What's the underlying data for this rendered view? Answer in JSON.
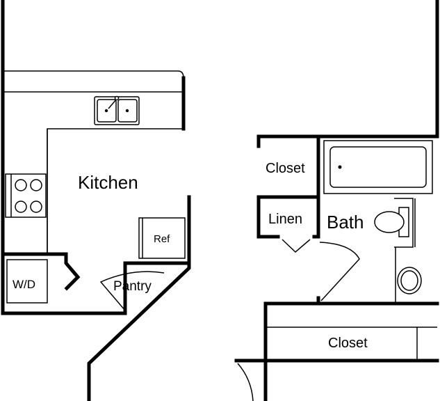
{
  "floorplan": {
    "rooms": {
      "kitchen": "Kitchen",
      "washer_dryer": "W/D",
      "pantry": "Pantry",
      "refrigerator": "Ref",
      "closet_upper": "Closet",
      "linen": "Linen",
      "bath": "Bath",
      "closet_lower": "Closet"
    }
  }
}
